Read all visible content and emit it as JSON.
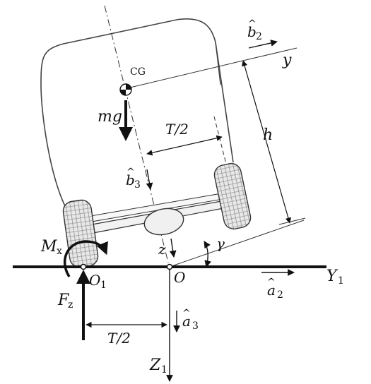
{
  "labels": {
    "cg": "CG",
    "mg": "mg",
    "half_track_top": "T/2",
    "height": "h",
    "b2": "b",
    "b2_sub": "2",
    "b3": "b",
    "b3_sub": "3",
    "axis_y": "y",
    "axis_z": "z",
    "angle": "γ",
    "moment": "M",
    "moment_sub": "x",
    "origin_o1": "O",
    "origin_o1_sub": "1",
    "origin_o": "O",
    "force": "F",
    "force_sub": "z",
    "a2": "a",
    "a2_sub": "2",
    "a3": "a",
    "a3_sub": "3",
    "axis_Y1": "Y",
    "axis_Y1_sub": "1",
    "axis_Z1": "Z",
    "axis_Z1_sub": "1",
    "half_track_bottom": "T/2"
  },
  "colors": {
    "ink": "#111111",
    "body_outline": "#444444",
    "tire_fill": "#e6e6e6",
    "axle_fill": "#f2f2f2"
  },
  "icons": {
    "cg_marker": "checkered-circle-icon",
    "moment": "curved-arrow-icon"
  }
}
